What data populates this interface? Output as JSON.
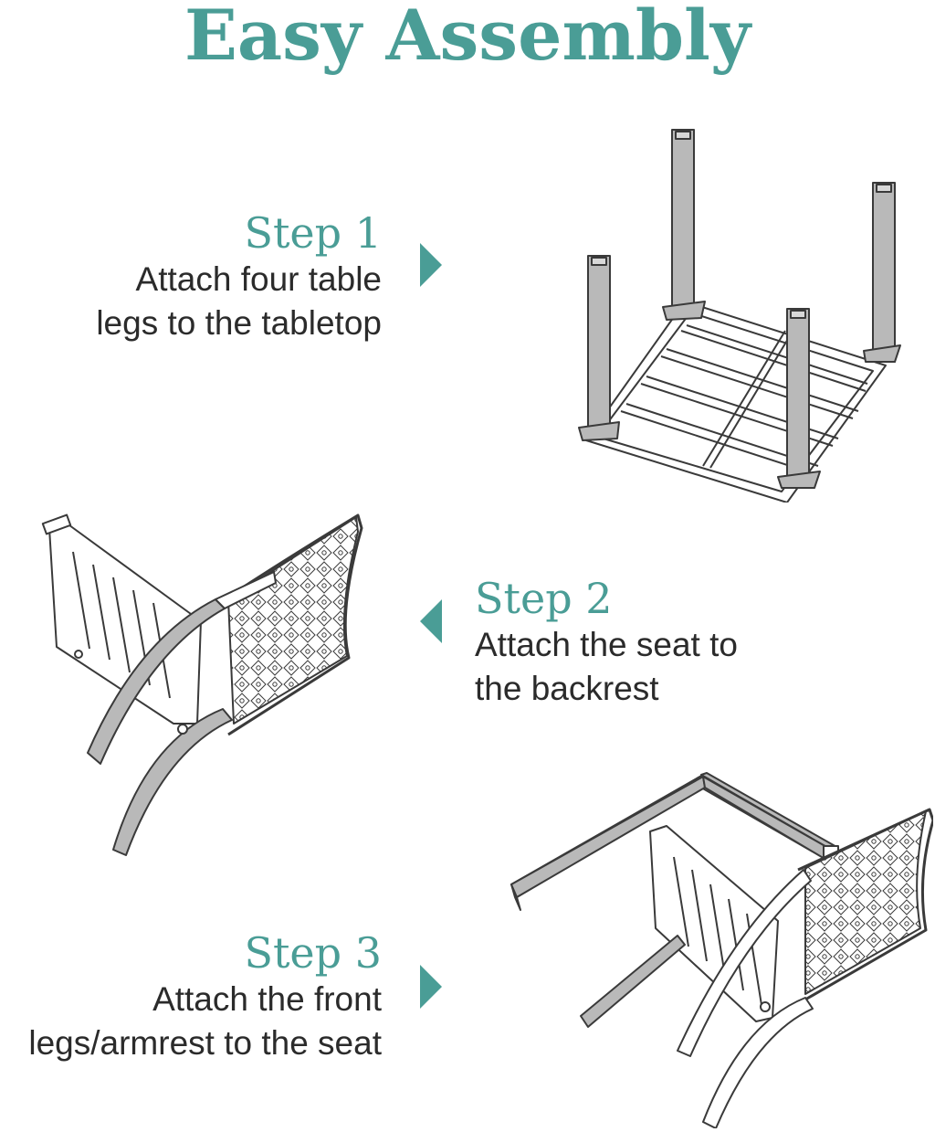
{
  "header": {
    "title": "Easy Assembly"
  },
  "steps": [
    {
      "title": "Step 1",
      "line1": "Attach four table",
      "line2": "legs to the tabletop"
    },
    {
      "title": "Step 2",
      "line1": "Attach the seat to",
      "line2": "the backrest"
    },
    {
      "title": "Step 3",
      "line1": "Attach the front",
      "line2": "legs/armrest to the seat"
    }
  ],
  "colors": {
    "accent": "#4a9d96",
    "text": "#2b2b2b",
    "line": "#3a3a3a",
    "metal": "#b9b9b9"
  },
  "icons": [
    "arrow-right-icon",
    "arrow-left-icon",
    "arrow-right-icon"
  ]
}
